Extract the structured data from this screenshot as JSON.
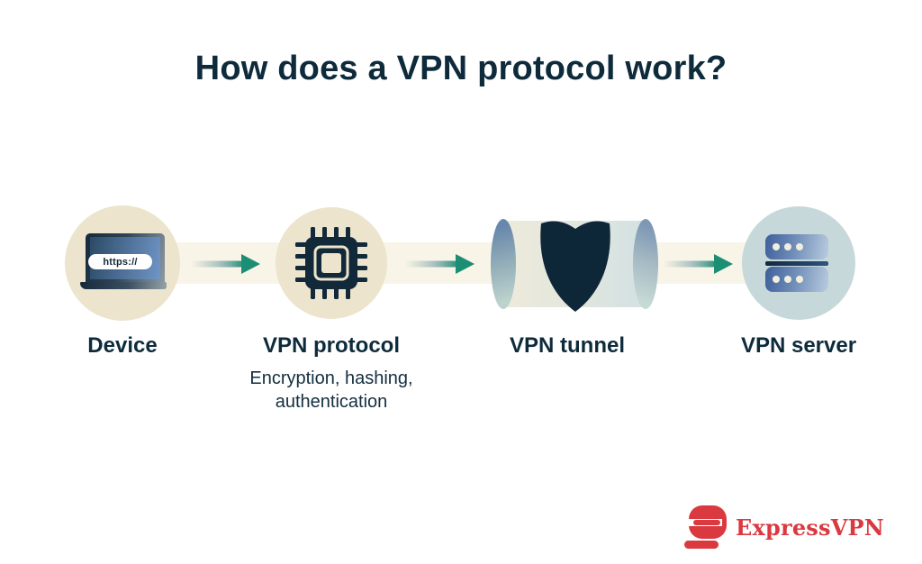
{
  "title": "How does a VPN protocol work?",
  "stages": [
    {
      "id": "device",
      "label": "Device",
      "icon": "laptop-icon",
      "screen_text": "https://"
    },
    {
      "id": "vpn-protocol",
      "label": "VPN protocol",
      "icon": "chip-icon",
      "sublabel_line1": "Encryption, hashing,",
      "sublabel_line2": "authentication"
    },
    {
      "id": "vpn-tunnel",
      "label": "VPN tunnel",
      "icon": "tunnel-shield-icon"
    },
    {
      "id": "vpn-server",
      "label": "VPN server",
      "icon": "server-icon"
    }
  ],
  "arrows": {
    "count": 3,
    "icon": "flow-arrow-icon",
    "color": "#1b8e74"
  },
  "logo": {
    "brand": "ExpressVPN",
    "icon": "expressvpn-logo-icon",
    "color": "#da3940"
  },
  "colors": {
    "background": "#ffffff",
    "navy": "#0e2b3c",
    "cream_circle": "#ece4cc",
    "server_circle": "#c7d8da",
    "beam": "#f8f4e7",
    "arrow_teal": "#1b8e74",
    "brand_red": "#da3940"
  }
}
